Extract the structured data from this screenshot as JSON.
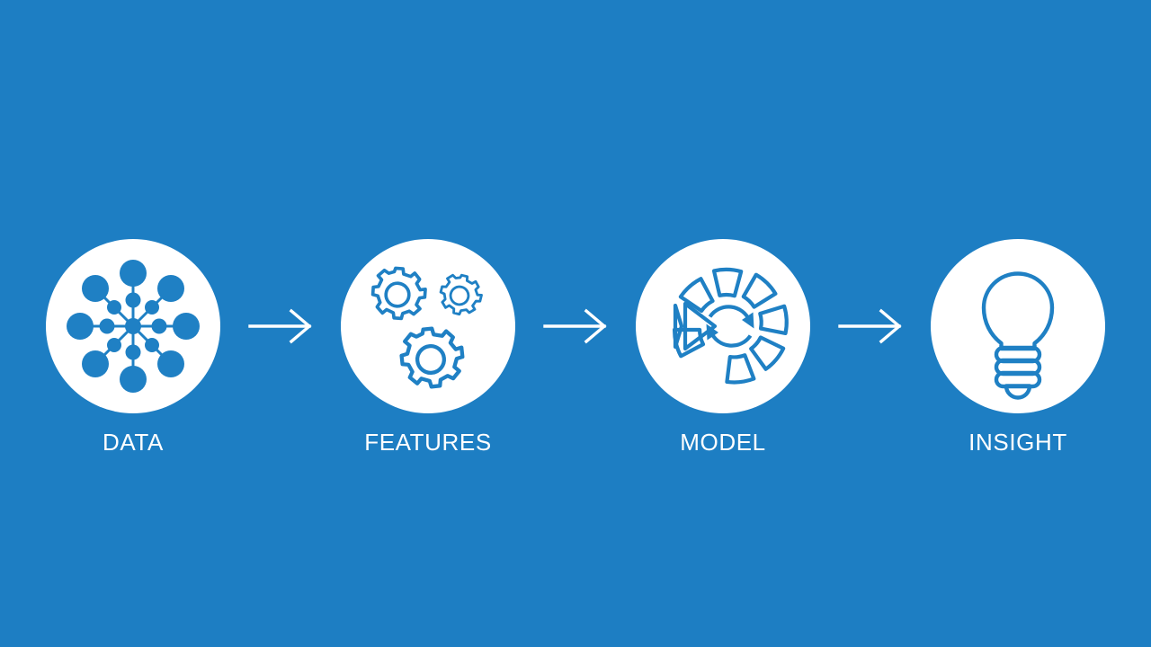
{
  "slide": {
    "background_color": "#1d7ec3",
    "disc_color": "#ffffff",
    "icon_color": "#1f80c4",
    "label_color": "#ffffff",
    "arrow_color": "#ffffff"
  },
  "pipeline": {
    "steps": [
      {
        "id": "data",
        "label": "DATA",
        "icon": "network-nodes-icon"
      },
      {
        "id": "features",
        "label": "FEATURES",
        "icon": "gears-icon"
      },
      {
        "id": "model",
        "label": "MODEL",
        "icon": "segmented-wheel-refresh-icon"
      },
      {
        "id": "insight",
        "label": "INSIGHT",
        "icon": "lightbulb-icon"
      }
    ],
    "connectors": [
      {
        "id": "data-to-features",
        "icon": "arrow-right-icon"
      },
      {
        "id": "features-to-model",
        "icon": "arrow-right-icon"
      },
      {
        "id": "model-to-insight",
        "icon": "arrow-right-icon"
      }
    ]
  }
}
